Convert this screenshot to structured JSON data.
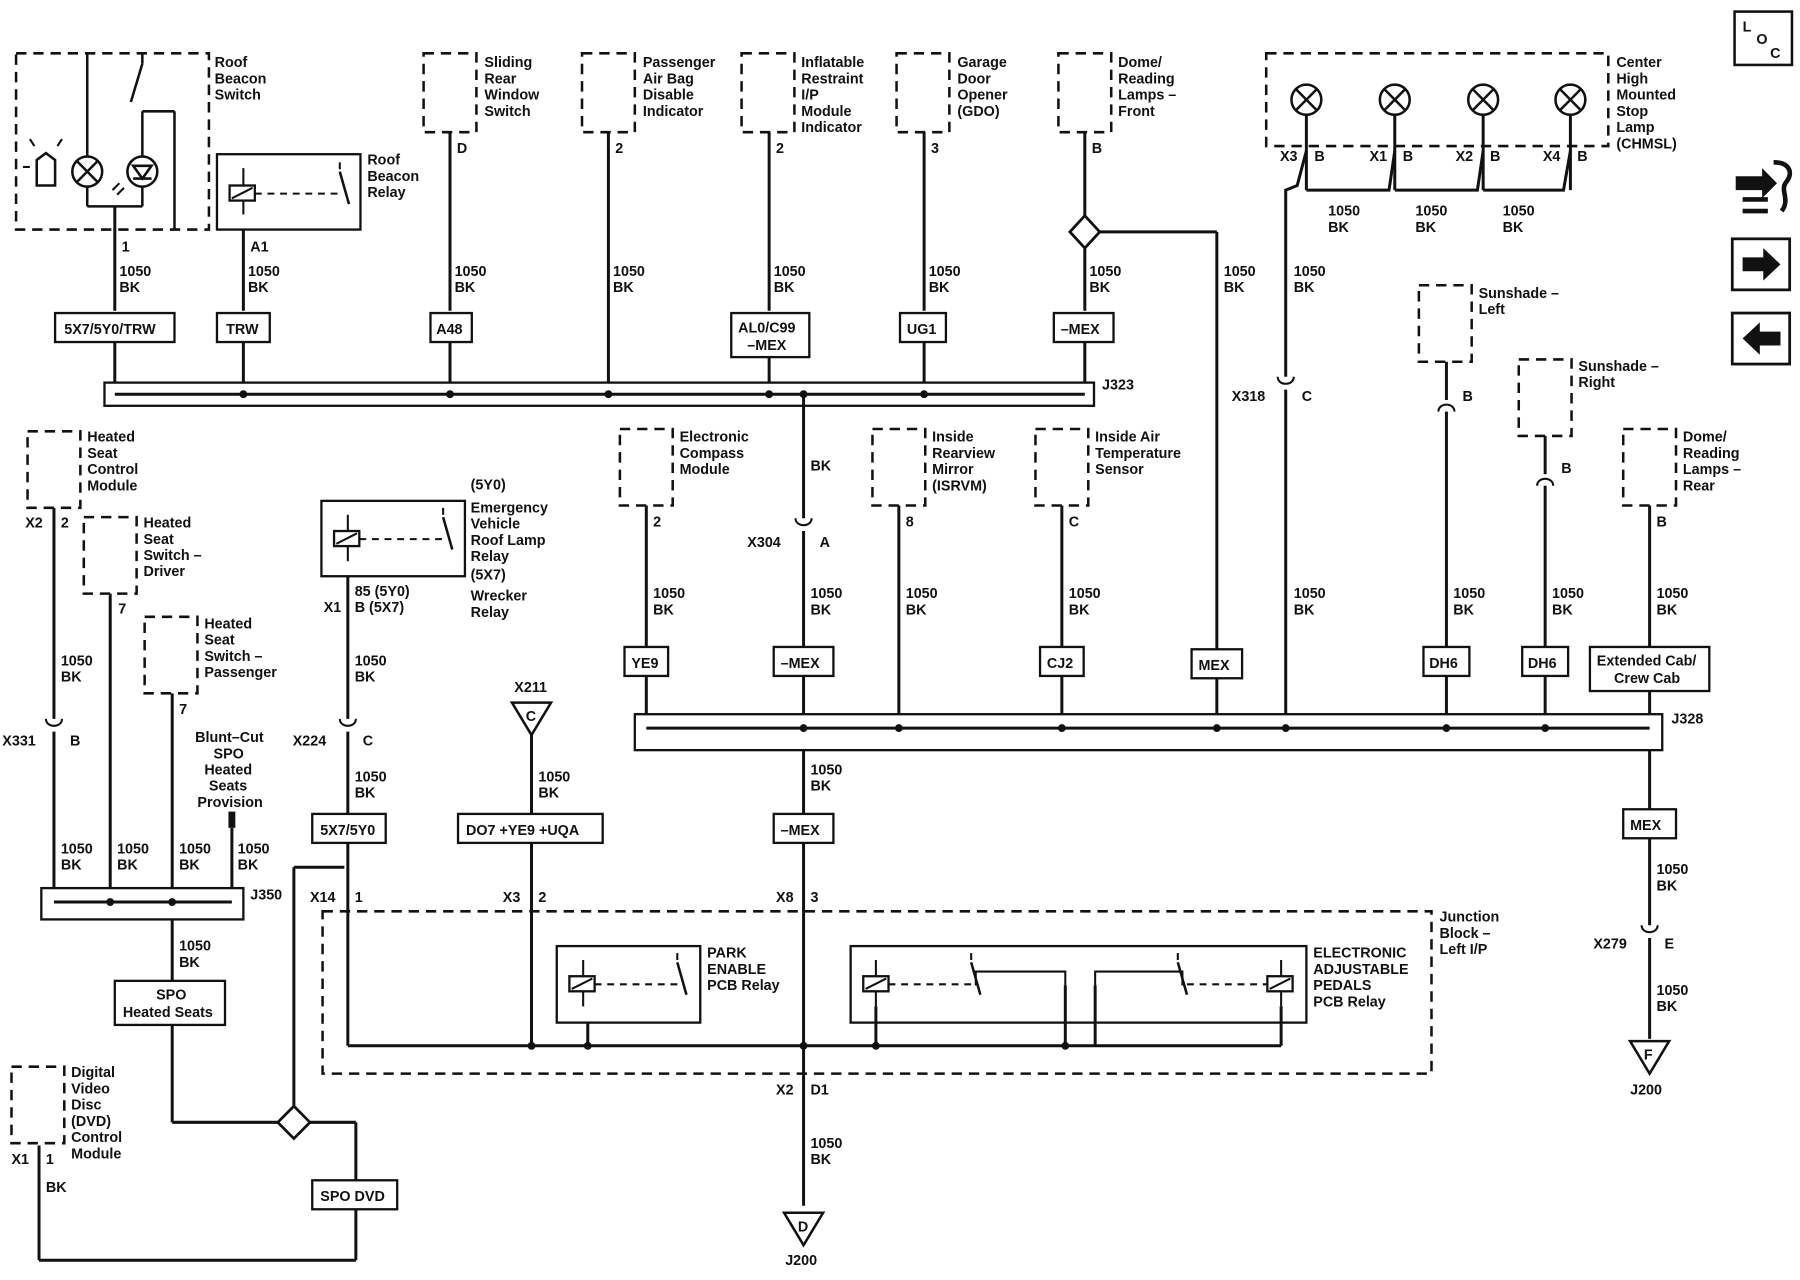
{
  "components": {
    "roof_beacon_switch": [
      "Roof",
      "Beacon",
      "Switch"
    ],
    "roof_beacon_relay": [
      "Roof",
      "Beacon",
      "Relay"
    ],
    "sliding_rear_window": [
      "Sliding",
      "Rear",
      "Window",
      "Switch"
    ],
    "passenger_airbag": [
      "Passenger",
      "Air Bag",
      "Disable",
      "Indicator"
    ],
    "inflatable_restraint": [
      "Inflatable",
      "Restraint",
      "I/P",
      "Module",
      "Indicator"
    ],
    "garage_door": [
      "Garage",
      "Door",
      "Opener",
      "(GDO)"
    ],
    "dome_front": [
      "Dome/",
      "Reading",
      "Lamps –",
      "Front"
    ],
    "chmsl": [
      "Center",
      "High",
      "Mounted",
      "Stop",
      "Lamp",
      "(CHMSL)"
    ],
    "sunshade_left": [
      "Sunshade –",
      "Left"
    ],
    "sunshade_right": [
      "Sunshade –",
      "Right"
    ],
    "dome_rear": [
      "Dome/",
      "Reading",
      "Lamps –",
      "Rear"
    ],
    "heated_seat_module": [
      "Heated",
      "Seat",
      "Control",
      "Module"
    ],
    "heated_seat_driver": [
      "Heated",
      "Seat",
      "Switch –",
      "Driver"
    ],
    "heated_seat_passenger": [
      "Heated",
      "Seat",
      "Switch –",
      "Passenger"
    ],
    "emergency_relay": [
      "(5Y0)",
      "Emergency",
      "Vehicle",
      "Roof Lamp",
      "Relay",
      "(5X7)",
      "Wrecker",
      "Relay"
    ],
    "compass": [
      "Electronic",
      "Compass",
      "Module"
    ],
    "mirror": [
      "Inside",
      "Rearview",
      "Mirror",
      "(ISRVM)"
    ],
    "air_temp": [
      "Inside Air",
      "Temperature",
      "Sensor"
    ],
    "blunt_cut": [
      "Blunt–Cut",
      "SPO",
      "Heated",
      "Seats",
      "Provision"
    ],
    "junction_block": [
      "Junction",
      "Block –",
      "Left I/P"
    ],
    "park_relay": [
      "PARK",
      "ENABLE",
      "PCB Relay"
    ],
    "pedals_relay": [
      "ELECTRONIC",
      "ADJUSTABLE",
      "PEDALS",
      "PCB Relay"
    ],
    "dvd_module": [
      "Digital",
      "Video",
      "Disc",
      "(DVD)",
      "Control",
      "Module"
    ]
  },
  "labels": {
    "loc": "L",
    "loc2": "O",
    "loc3": "C",
    "pin_1": "1",
    "pin_a1": "A1",
    "pin_d": "D",
    "pin_2": "2",
    "pin_3": "3",
    "pin_b": "B",
    "pin_c": "C",
    "pin_a": "A",
    "pin_e": "E",
    "pin_7": "7",
    "pin_8": "8",
    "pin_d1": "D1",
    "wire_num": "1050",
    "wire_color": "BK",
    "x3": "X3",
    "x1": "X1",
    "x2": "X2",
    "x4": "X4",
    "x318": "X318",
    "x304": "X304",
    "x331": "X331",
    "x224": "X224",
    "x211": "X211",
    "x14": "X14",
    "x8": "X8",
    "x279": "X279",
    "j323": "J323",
    "j328": "J328",
    "j350": "J350",
    "j200": "J200",
    "relay_pin_85": "85 (5Y0)",
    "relay_pin_b": "B (5X7)",
    "conn_d": "D",
    "conn_f": "F",
    "conn_c": "C"
  },
  "options": {
    "o_5x7": "5X7/5Y0/TRW",
    "o_trw": "TRW",
    "o_a48": "A48",
    "o_al0_1": "AL0/C99",
    "o_al0_2": "–MEX",
    "o_ug1": "UG1",
    "o_mex_neg": "–MEX",
    "o_ye9": "YE9",
    "o_cj2": "CJ2",
    "o_mex": "MEX",
    "o_dh6": "DH6",
    "o_ext_1": "Extended Cab/",
    "o_ext_2": "Crew Cab",
    "o_5x7b": "5X7/5Y0",
    "o_do7": "DO7 +YE9 +UQA",
    "o_spo_1": "SPO",
    "o_spo_2": "Heated Seats",
    "o_spo_dvd": "SPO DVD"
  },
  "icons": {
    "loc": "location-icon",
    "wiring": "wiring-diagram-icon",
    "next": "next-arrow-icon",
    "prev": "previous-arrow-icon"
  }
}
